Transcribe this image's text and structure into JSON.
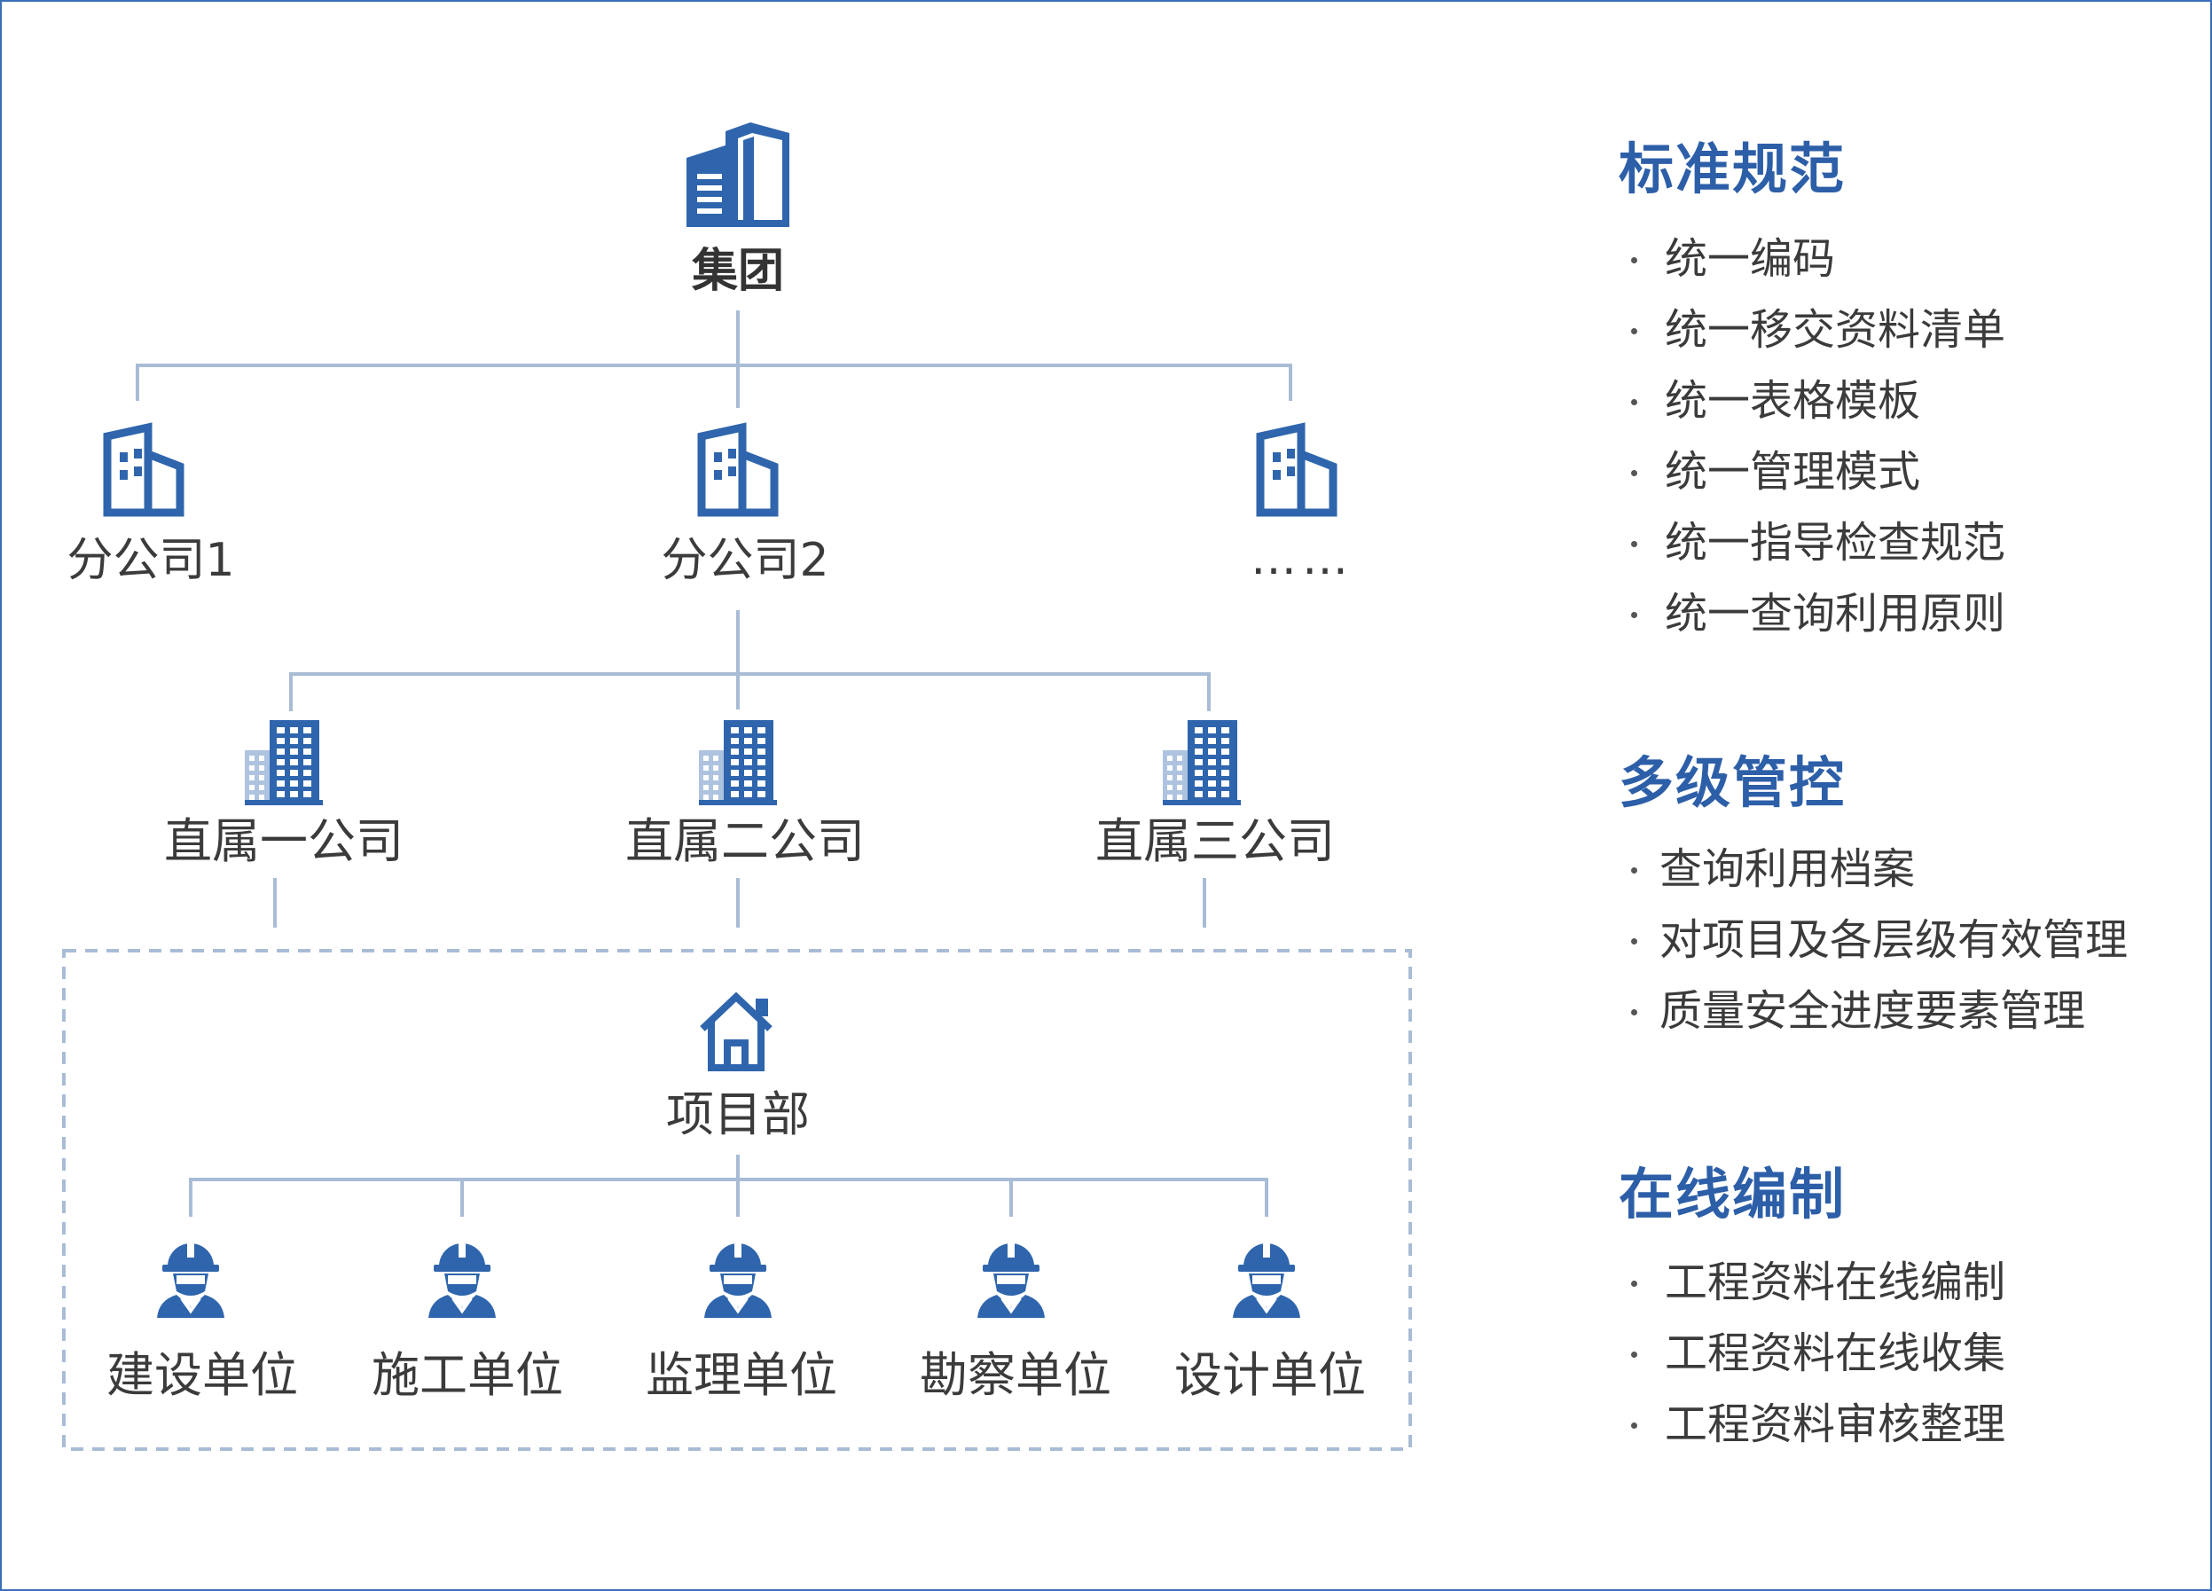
{
  "colors": {
    "accent": "#2d5fa8",
    "icon": "#2f65ad",
    "line": "#a9bcd6",
    "dash": "#a9bcd6",
    "text": "#3b3b3b"
  },
  "org": {
    "root": {
      "label": "集团",
      "icon": "headquarters-building-icon"
    },
    "branches": [
      {
        "label": "分公司1",
        "icon": "office-building-icon"
      },
      {
        "label": "分公司2",
        "icon": "office-building-icon"
      },
      {
        "label": "……",
        "icon": "office-building-icon"
      }
    ],
    "subsidiaries": [
      {
        "label": "直属一公司",
        "icon": "tower-building-icon"
      },
      {
        "label": "直属二公司",
        "icon": "tower-building-icon"
      },
      {
        "label": "直属三公司",
        "icon": "tower-building-icon"
      }
    ],
    "project": {
      "label": "项目部",
      "icon": "house-icon"
    },
    "units": [
      {
        "label": "建设单位",
        "icon": "worker-helmet-icon"
      },
      {
        "label": "施工单位",
        "icon": "worker-helmet-icon"
      },
      {
        "label": "监理单位",
        "icon": "worker-helmet-icon"
      },
      {
        "label": "勘察单位",
        "icon": "worker-helmet-icon"
      },
      {
        "label": "设计单位",
        "icon": "worker-helmet-icon"
      }
    ]
  },
  "features": [
    {
      "title": "标准规范",
      "items": [
        "统一编码",
        "统一移交资料清单",
        "统一表格模板",
        "统一管理模式",
        "统一指导检查规范",
        "统一查询利用原则"
      ]
    },
    {
      "title": "多级管控",
      "items": [
        "查询利用档案",
        "对项目及各层级有效管理",
        "质量安全进度要素管理"
      ]
    },
    {
      "title": "在线编制",
      "items": [
        "工程资料在线编制",
        "工程资料在线收集",
        "工程资料审核整理"
      ]
    }
  ]
}
